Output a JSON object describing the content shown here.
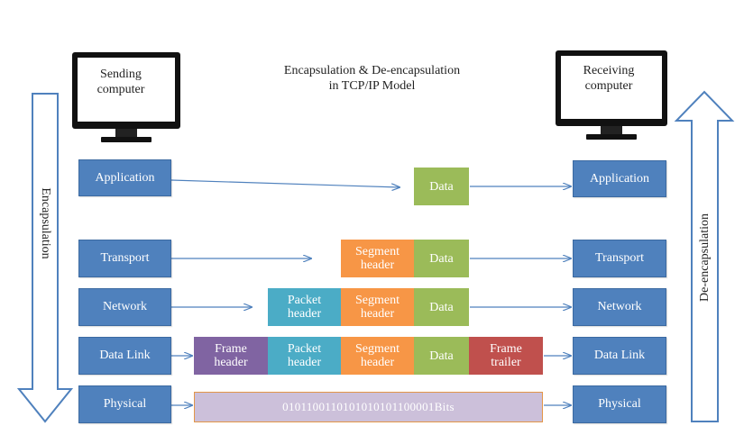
{
  "title": "Encapsulation & De-encapsulation\nin TCP/IP Model",
  "sender": {
    "label": "Sending\ncomputer"
  },
  "receiver": {
    "label": "Receiving\ncomputer"
  },
  "side_labels": {
    "left": "Encapsulation",
    "right": "De-encapsulation"
  },
  "layers": {
    "application": "Application",
    "transport": "Transport",
    "network": "Network",
    "data_link": "Data Link",
    "physical": "Physical"
  },
  "segments": {
    "data": "Data",
    "segment_header": "Segment\nheader",
    "packet_header": "Packet\nheader",
    "frame_header": "Frame\nheader",
    "frame_trailer": "Frame\ntrailer"
  },
  "bits": "0101100110101010101100001Bits",
  "colors": {
    "layer": "#4f81bd",
    "data": "#9bbb59",
    "segment_header": "#f79646",
    "packet_header": "#4bacc6",
    "frame_header": "#8064a2",
    "frame_trailer": "#c0504d",
    "bits_fill": "#ccc0da",
    "arrow": "#4f81bd"
  }
}
